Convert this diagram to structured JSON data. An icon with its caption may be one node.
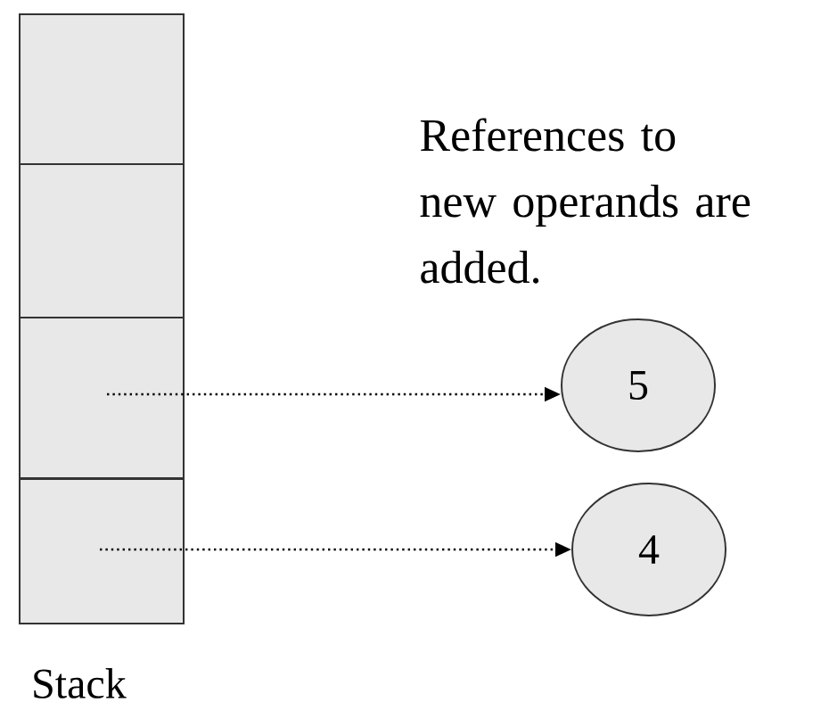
{
  "diagram": {
    "nodes": [
      {
        "text": [
          "Stack"
        ]
      },
      {
        "text": [],
        "shape": "box",
        "in": 0
      },
      {
        "text": [],
        "shape": "box",
        "in": 0
      },
      {
        "text": [],
        "shape": "box",
        "in": 0
      },
      {
        "text": [],
        "shape": "box",
        "in": 0
      },
      {
        "text": [
          "5"
        ]
      },
      {
        "text": [
          "4"
        ]
      }
    ],
    "edges": [
      {
        "from": 3,
        "to": 5,
        "arrow": "to"
      },
      {
        "from": 4,
        "to": 6,
        "arrow": "to"
      }
    ],
    "labels": [
      "References to new operands are added."
    ]
  }
}
